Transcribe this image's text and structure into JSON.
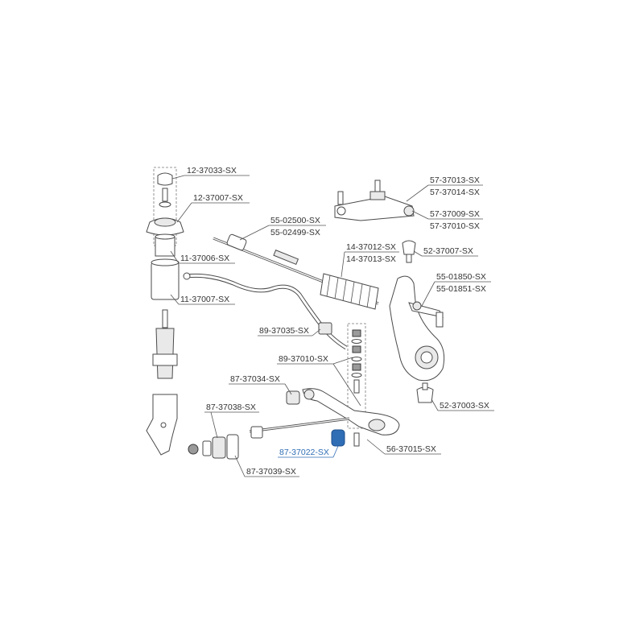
{
  "highlight_color": "#2f6db5",
  "labels": {
    "c1": "12-37033-SX",
    "c2": "12-37007-SX",
    "c3": "11-37006-SX",
    "c4": "11-37007-SX",
    "c5": "55-02500-SX",
    "c6": "55-02499-SX",
    "c7": "57-37013-SX",
    "c8": "57-37014-SX",
    "c9": "57-37009-SX",
    "c10": "57-37010-SX",
    "c11": "14-37012-SX",
    "c12": "14-37013-SX",
    "c13": "52-37007-SX",
    "c14": "55-01850-SX",
    "c15": "55-01851-SX",
    "c16": "89-37035-SX",
    "c17": "89-37010-SX",
    "c18": "87-37034-SX",
    "c19": "87-37038-SX",
    "c20": "52-37003-SX",
    "c21": "87-37022-SX",
    "c22": "56-37015-SX",
    "c23": "87-37039-SX"
  }
}
